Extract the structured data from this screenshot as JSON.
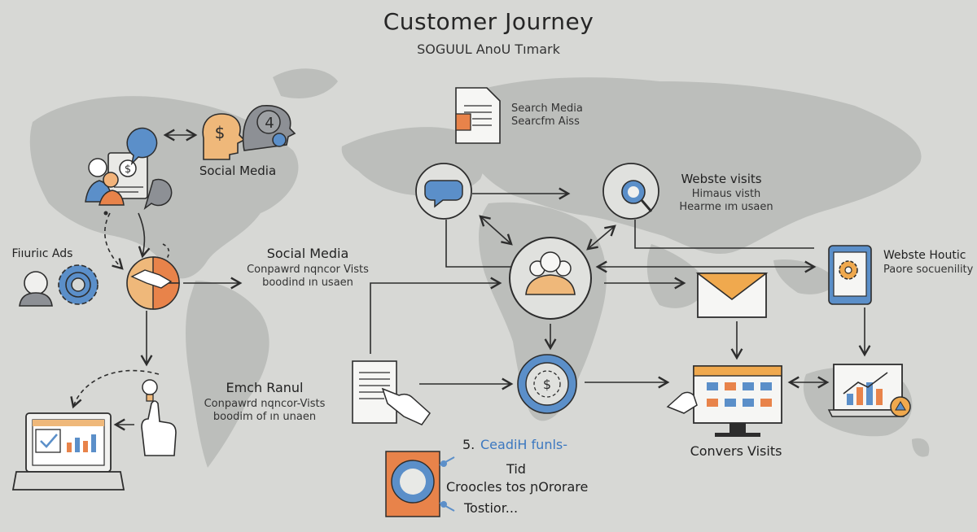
{
  "header": {
    "title": "Customer Journey",
    "subtitle": "SOGUUL AnoU Tımark"
  },
  "nodes": {
    "search_media": {
      "line1": "Search Media",
      "line2": "Searcfm Aiss"
    },
    "social_media_top": {
      "label": "Social Media"
    },
    "fiunic_ads": {
      "label": "Fiıuriıc Ads"
    },
    "social_media_mid": {
      "title": "Social Media",
      "line1": "Conpawrd nqncor Vists",
      "line2": "boodind ın usaen"
    },
    "website_visits": {
      "title": "Webste visits",
      "line1": "Himaus visth",
      "line2": "Hearme ım usaen"
    },
    "website_right": {
      "title": "Webste Houtic",
      "line1": "Paore socuenility"
    },
    "emch_ranul": {
      "title": "Emch Ranul",
      "line1": "Conpawrd nqncor-Vists",
      "line2": "boodim of ın unaen"
    },
    "convers_visits": {
      "label": "Convers Visits"
    },
    "cealih_funis": {
      "prefix": "5.",
      "label": "CeadiH funls-"
    },
    "tid": {
      "line1": "Tid",
      "line2": "Croocles tos ɲOrorare",
      "line3": "Tostior..."
    }
  },
  "icon_glyphs": {
    "dollar": "$",
    "four": "4",
    "small_dollar": "$",
    "target_dollar": "$"
  },
  "colors": {
    "background": "#d7d8d5",
    "map": "#b9bbb8",
    "stroke": "#2d2d2d",
    "blue": "#5b8fc9",
    "orange": "#e8834a",
    "peach": "#efb87a",
    "gray": "#8d9095"
  }
}
